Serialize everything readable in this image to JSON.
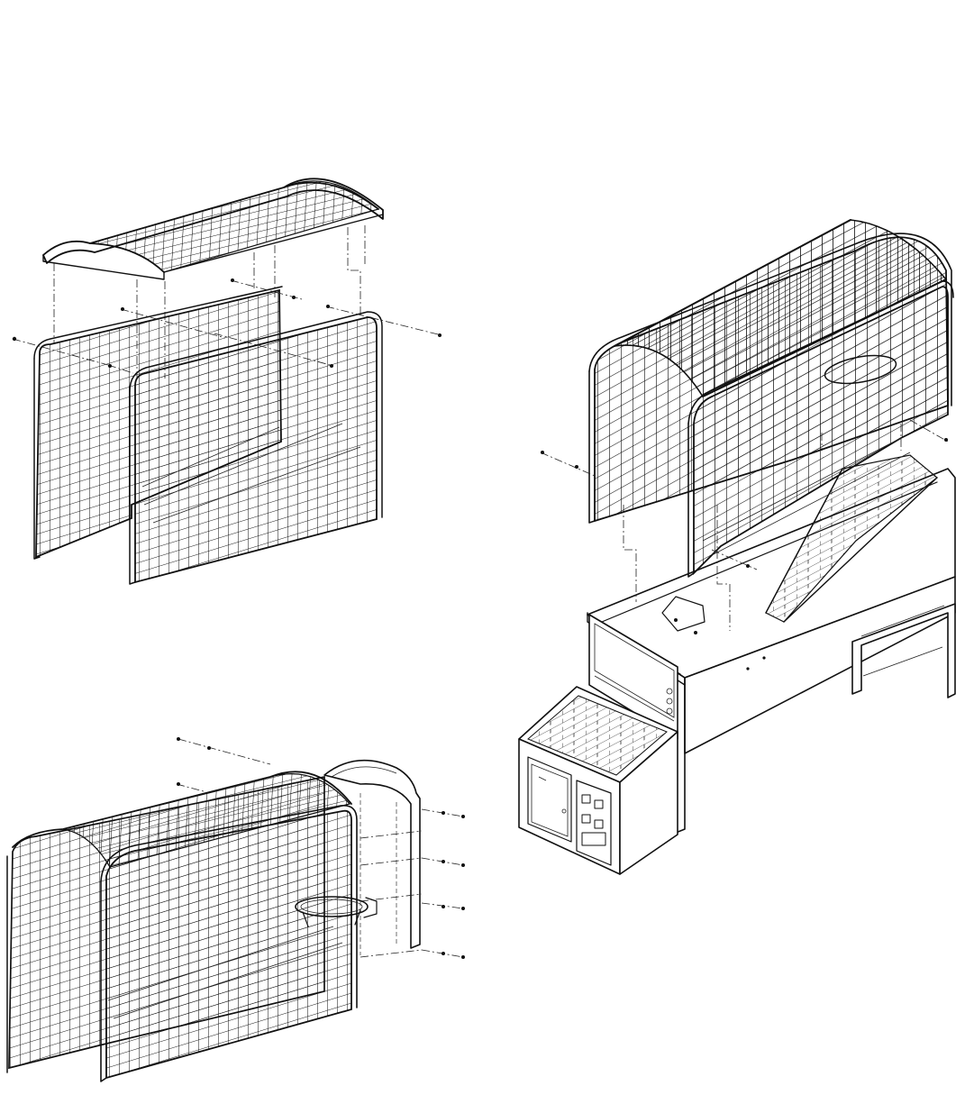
{
  "drawing": {
    "line_color": "#111111",
    "background": "#ffffff",
    "views": [
      {
        "name": "top-left",
        "parts": [
          "arched-roof-net",
          "left-side-net-panel",
          "right-side-net-panel",
          "mounting-bolts"
        ]
      },
      {
        "name": "bottom-left",
        "parts": [
          "net-cage-assembly",
          "backboard-frame",
          "basketball-hoop",
          "mounting-bolts"
        ]
      },
      {
        "name": "right",
        "parts": [
          "net-cage-assembly",
          "ball-ramp",
          "cabinet-base",
          "control-panel",
          "coin-door",
          "mounting-bolts"
        ]
      }
    ]
  }
}
